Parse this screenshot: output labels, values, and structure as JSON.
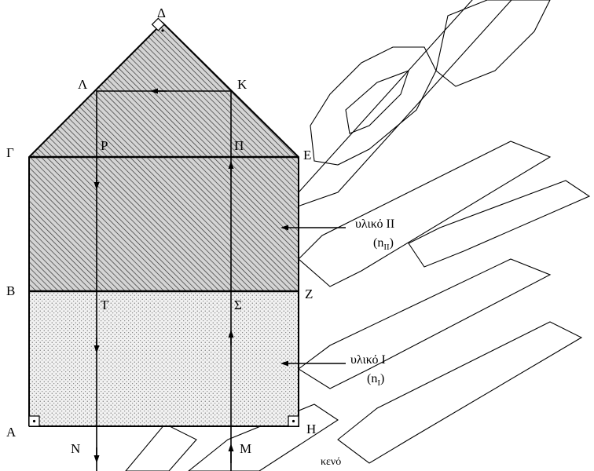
{
  "points": {
    "delta": "Δ",
    "lambda": "Λ",
    "kappa": "Κ",
    "gamma": "Γ",
    "epsilon": "Ε",
    "rho": "Ρ",
    "pi": "Π",
    "beta": "Β",
    "zeta": "Ζ",
    "tau": "Τ",
    "sigma": "Σ",
    "alpha": "Α",
    "eta": "Η",
    "nu": "Ν",
    "mu": "Μ"
  },
  "materials": {
    "material_two": {
      "name": "υλικό ΙΙ",
      "index_open": "(n",
      "index_sub": "ΙΙ",
      "index_close": ")"
    },
    "material_one": {
      "name": "υλικό Ι",
      "index_open": "(n",
      "index_sub": "Ι",
      "index_close": ")"
    },
    "vacuum": "κενό"
  }
}
